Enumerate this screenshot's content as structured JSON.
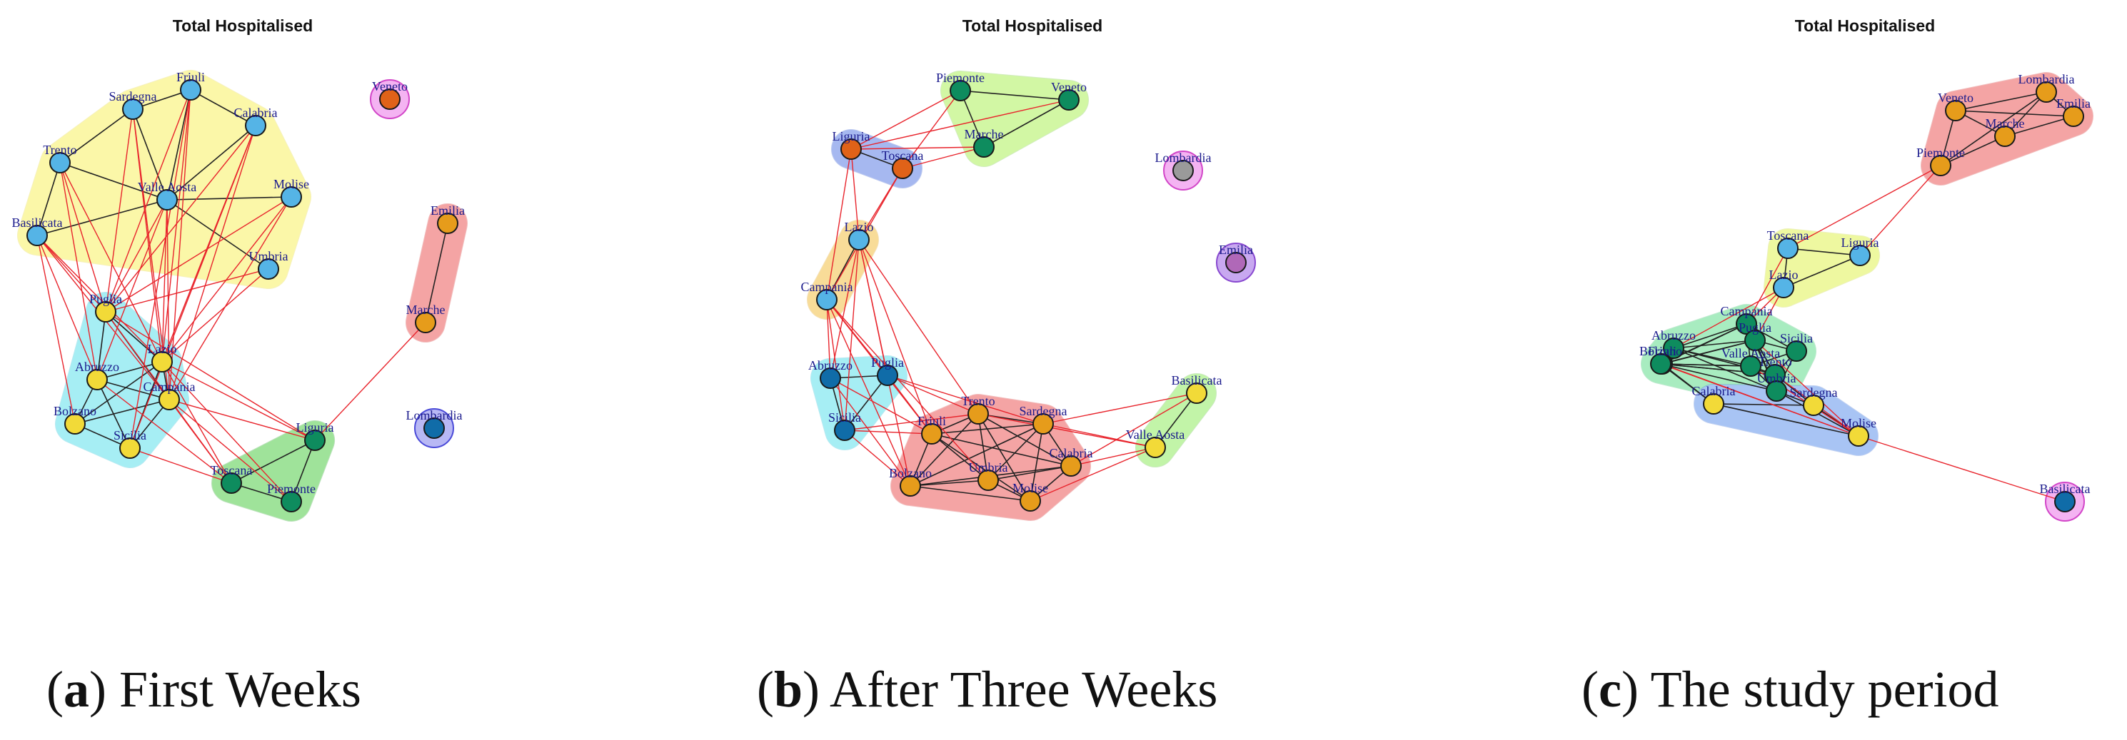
{
  "panels": [
    {
      "title": "Total Hospitalised",
      "caption": {
        "letter": "a",
        "text": " First Weeks"
      },
      "nodes": {
        "Friuli": {
          "g": "y"
        },
        "Sardegna": {
          "g": "y"
        },
        "Calabria": {
          "g": "y"
        },
        "Trento": {
          "g": "y"
        },
        "Valle Aosta": {
          "g": "y"
        },
        "Molise": {
          "g": "y"
        },
        "Basilicata": {
          "g": "y"
        },
        "Umbria": {
          "g": "y"
        },
        "Veneto": {
          "g": "v"
        },
        "Emilia": {
          "g": "e"
        },
        "Marche": {
          "g": "e"
        },
        "Lombardia": {
          "g": "l"
        },
        "Puglia": {
          "g": "c"
        },
        "Lazio": {
          "g": "c"
        },
        "Abruzzo": {
          "g": "c"
        },
        "Campania": {
          "g": "c"
        },
        "Bolzano": {
          "g": "c"
        },
        "Sicilia": {
          "g": "c"
        },
        "Liguria": {
          "g": "g"
        },
        "Toscana": {
          "g": "g"
        },
        "Piemonte": {
          "g": "g"
        }
      },
      "groups": {
        "y": {
          "fill": "#fbf7a8",
          "stroke": "#e6d640",
          "node": "#55b4e6"
        },
        "v": {
          "fill": "#f4b3f2",
          "stroke": "#d246c8",
          "node": "#e06218"
        },
        "e": {
          "fill": "#f4a4a4",
          "stroke": "#d84040",
          "node": "#e69c1b"
        },
        "l": {
          "fill": "#b8b8f4",
          "stroke": "#4a4ad8",
          "node": "#106ca8"
        },
        "c": {
          "fill": "#a6eef4",
          "stroke": "#30c0d8",
          "node": "#f2da38"
        },
        "g": {
          "fill": "#9fe39a",
          "stroke": "#3aaa38",
          "node": "#0e8c5e"
        }
      },
      "edges": [
        [
          "Friuli",
          "Sardegna"
        ],
        [
          "Friuli",
          "Valle Aosta"
        ],
        [
          "Sardegna",
          "Valle Aosta"
        ],
        [
          "Calabria",
          "Valle Aosta"
        ],
        [
          "Trento",
          "Valle Aosta"
        ],
        [
          "Molise",
          "Valle Aosta"
        ],
        [
          "Basilicata",
          "Valle Aosta"
        ],
        [
          "Umbria",
          "Valle Aosta"
        ],
        [
          "Trento",
          "Basilicata"
        ],
        [
          "Sardegna",
          "Trento"
        ],
        [
          "Friuli",
          "Calabria"
        ],
        [
          "Puglia",
          "Lazio"
        ],
        [
          "Puglia",
          "Abruzzo"
        ],
        [
          "Puglia",
          "Campania"
        ],
        [
          "Lazio",
          "Abruzzo"
        ],
        [
          "Lazio",
          "Campania"
        ],
        [
          "Abruzzo",
          "Campania"
        ],
        [
          "Abruzzo",
          "Bolzano"
        ],
        [
          "Abruzzo",
          "Sicilia"
        ],
        [
          "Campania",
          "Sicilia"
        ],
        [
          "Campania",
          "Bolzano"
        ],
        [
          "Bolzano",
          "Sicilia"
        ],
        [
          "Lazio",
          "Sicilia"
        ],
        [
          "Lazio",
          "Bolzano"
        ],
        [
          "Liguria",
          "Toscana"
        ],
        [
          "Liguria",
          "Piemonte"
        ],
        [
          "Toscana",
          "Piemonte"
        ],
        [
          "Emilia",
          "Marche"
        ],
        [
          "Puglia",
          "Friuli",
          "r"
        ],
        [
          "Puglia",
          "Sardegna",
          "r"
        ],
        [
          "Puglia",
          "Calabria",
          "r"
        ],
        [
          "Puglia",
          "Trento",
          "r"
        ],
        [
          "Puglia",
          "Valle Aosta",
          "r"
        ],
        [
          "Puglia",
          "Molise",
          "r"
        ],
        [
          "Puglia",
          "Basilicata",
          "r"
        ],
        [
          "Puglia",
          "Umbria",
          "r"
        ],
        [
          "Lazio",
          "Friuli",
          "r"
        ],
        [
          "Lazio",
          "Sardegna",
          "r"
        ],
        [
          "Lazio",
          "Calabria",
          "r"
        ],
        [
          "Lazio",
          "Trento",
          "r"
        ],
        [
          "Lazio",
          "Valle Aosta",
          "r"
        ],
        [
          "Lazio",
          "Molise",
          "r"
        ],
        [
          "Lazio",
          "Basilicata",
          "r"
        ],
        [
          "Lazio",
          "Umbria",
          "r"
        ],
        [
          "Campania",
          "Friuli",
          "r"
        ],
        [
          "Campania",
          "Sardegna",
          "r"
        ],
        [
          "Campania",
          "Calabria",
          "r"
        ],
        [
          "Campania",
          "Valle Aosta",
          "r"
        ],
        [
          "Campania",
          "Basilicata",
          "r"
        ],
        [
          "Campania",
          "Molise",
          "r"
        ],
        [
          "Abruzzo",
          "Trento",
          "r"
        ],
        [
          "Abruzzo",
          "Basilicata",
          "r"
        ],
        [
          "Abruzzo",
          "Valle Aosta",
          "r"
        ],
        [
          "Bolzano",
          "Basilicata",
          "r"
        ],
        [
          "Sicilia",
          "Friuli",
          "r"
        ],
        [
          "Sicilia",
          "Calabria",
          "r"
        ],
        [
          "Lazio",
          "Liguria",
          "r"
        ],
        [
          "Lazio",
          "Toscana",
          "r"
        ],
        [
          "Lazio",
          "Piemonte",
          "r"
        ],
        [
          "Campania",
          "Liguria",
          "r"
        ],
        [
          "Campania",
          "Toscana",
          "r"
        ],
        [
          "Campania",
          "Piemonte",
          "r"
        ],
        [
          "Puglia",
          "Liguria",
          "r"
        ],
        [
          "Puglia",
          "Toscana",
          "r"
        ],
        [
          "Abruzzo",
          "Toscana",
          "r"
        ],
        [
          "Sicilia",
          "Toscana",
          "r"
        ],
        [
          "Marche",
          "Liguria",
          "r"
        ]
      ]
    },
    {
      "title": "Total Hospitalised",
      "caption": {
        "letter": "b",
        "text": " After Three Weeks"
      },
      "nodes": {
        "Piemonte": {
          "g": "gn"
        },
        "Veneto": {
          "g": "gn"
        },
        "Marche": {
          "g": "gn"
        },
        "Liguria": {
          "g": "bl"
        },
        "Toscana": {
          "g": "bl"
        },
        "Lombardia": {
          "g": "pk"
        },
        "Emilia": {
          "g": "pu"
        },
        "Lazio": {
          "g": "or"
        },
        "Campania": {
          "g": "or"
        },
        "Abruzzo": {
          "g": "cy"
        },
        "Puglia": {
          "g": "cy"
        },
        "Sicilia": {
          "g": "cy"
        },
        "Trento": {
          "g": "rd"
        },
        "Sardegna": {
          "g": "rd"
        },
        "Friuli": {
          "g": "rd"
        },
        "Calabria": {
          "g": "rd"
        },
        "Bolzano": {
          "g": "rd"
        },
        "Umbria": {
          "g": "rd"
        },
        "Molise": {
          "g": "rd"
        },
        "Basilicata": {
          "g": "lg"
        },
        "Valle Aosta": {
          "g": "lg"
        }
      },
      "groups": {
        "gn": {
          "fill": "#d2f7a4",
          "stroke": "#78c840",
          "node": "#0e8c5e"
        },
        "bl": {
          "fill": "#a6b8f0",
          "stroke": "#4064d0",
          "node": "#e06218"
        },
        "pk": {
          "fill": "#f4b3f2",
          "stroke": "#d246c8",
          "node": "#9a9a9a"
        },
        "pu": {
          "fill": "#c8a8f0",
          "stroke": "#8848d0",
          "node": "#b068b8"
        },
        "or": {
          "fill": "#f8dc98",
          "stroke": "#e0a830",
          "node": "#55b4e6"
        },
        "cy": {
          "fill": "#a6eef4",
          "stroke": "#30c0d8",
          "node": "#106ca8"
        },
        "rd": {
          "fill": "#f4a4a4",
          "stroke": "#d84040",
          "node": "#e69c1b"
        },
        "lg": {
          "fill": "#c2f4a8",
          "stroke": "#60c040",
          "node": "#f2da38"
        }
      },
      "edges": [
        [
          "Piemonte",
          "Veneto"
        ],
        [
          "Piemonte",
          "Marche"
        ],
        [
          "Veneto",
          "Marche"
        ],
        [
          "Liguria",
          "Toscana"
        ],
        [
          "Lazio",
          "Campania"
        ],
        [
          "Abruzzo",
          "Puglia"
        ],
        [
          "Abruzzo",
          "Sicilia"
        ],
        [
          "Puglia",
          "Sicilia"
        ],
        [
          "Basilicata",
          "Valle Aosta"
        ],
        [
          "Trento",
          "Sardegna"
        ],
        [
          "Trento",
          "Friuli"
        ],
        [
          "Trento",
          "Calabria"
        ],
        [
          "Trento",
          "Bolzano"
        ],
        [
          "Trento",
          "Umbria"
        ],
        [
          "Trento",
          "Molise"
        ],
        [
          "Sardegna",
          "Friuli"
        ],
        [
          "Sardegna",
          "Calabria"
        ],
        [
          "Sardegna",
          "Bolzano"
        ],
        [
          "Sardegna",
          "Umbria"
        ],
        [
          "Sardegna",
          "Molise"
        ],
        [
          "Friuli",
          "Calabria"
        ],
        [
          "Friuli",
          "Bolzano"
        ],
        [
          "Friuli",
          "Umbria"
        ],
        [
          "Friuli",
          "Molise"
        ],
        [
          "Calabria",
          "Bolzano"
        ],
        [
          "Calabria",
          "Umbria"
        ],
        [
          "Calabria",
          "Molise"
        ],
        [
          "Bolzano",
          "Umbria"
        ],
        [
          "Bolzano",
          "Molise"
        ],
        [
          "Umbria",
          "Molise"
        ],
        [
          "Liguria",
          "Piemonte",
          "r"
        ],
        [
          "Liguria",
          "Marche",
          "r"
        ],
        [
          "Toscana",
          "Piemonte",
          "r"
        ],
        [
          "Toscana",
          "Marche",
          "r"
        ],
        [
          "Liguria",
          "Veneto",
          "r"
        ],
        [
          "Lazio",
          "Liguria",
          "r"
        ],
        [
          "Lazio",
          "Toscana",
          "r"
        ],
        [
          "Campania",
          "Liguria",
          "r"
        ],
        [
          "Campania",
          "Toscana",
          "r"
        ],
        [
          "Lazio",
          "Abruzzo",
          "r"
        ],
        [
          "Lazio",
          "Puglia",
          "r"
        ],
        [
          "Lazio",
          "Sicilia",
          "r"
        ],
        [
          "Campania",
          "Abruzzo",
          "r"
        ],
        [
          "Campania",
          "Puglia",
          "r"
        ],
        [
          "Campania",
          "Sicilia",
          "r"
        ],
        [
          "Lazio",
          "Friuli",
          "r"
        ],
        [
          "Lazio",
          "Trento",
          "r"
        ],
        [
          "Lazio",
          "Bolzano",
          "r"
        ],
        [
          "Campania",
          "Friuli",
          "r"
        ],
        [
          "Campania",
          "Bolzano",
          "r"
        ],
        [
          "Campania",
          "Umbria",
          "r"
        ],
        [
          "Puglia",
          "Trento",
          "r"
        ],
        [
          "Puglia",
          "Friuli",
          "r"
        ],
        [
          "Puglia",
          "Sardegna",
          "r"
        ],
        [
          "Abruzzo",
          "Friuli",
          "r"
        ],
        [
          "Abruzzo",
          "Bolzano",
          "r"
        ],
        [
          "Sicilia",
          "Friuli",
          "r"
        ],
        [
          "Sicilia",
          "Bolzano",
          "r"
        ],
        [
          "Sicilia",
          "Trento",
          "r"
        ],
        [
          "Sardegna",
          "Basilicata",
          "r"
        ],
        [
          "Calabria",
          "Basilicata",
          "r"
        ],
        [
          "Calabria",
          "Valle Aosta",
          "r"
        ],
        [
          "Molise",
          "Valle Aosta",
          "r"
        ],
        [
          "Sardegna",
          "Valle Aosta",
          "r"
        ],
        [
          "Trento",
          "Valle Aosta",
          "r"
        ]
      ]
    },
    {
      "title": "Total Hospitalised",
      "caption": {
        "letter": "c",
        "text": " The study period"
      },
      "nodes": {
        "Lombardia": {
          "g": "rd"
        },
        "Veneto": {
          "g": "rd"
        },
        "Emilia": {
          "g": "rd"
        },
        "Marche": {
          "g": "rd"
        },
        "Piemonte": {
          "g": "rd"
        },
        "Toscana": {
          "g": "yl"
        },
        "Liguria": {
          "g": "yl"
        },
        "Lazio": {
          "g": "yl"
        },
        "Campania": {
          "g": "gr"
        },
        "Abruzzo": {
          "g": "gr"
        },
        "Puglia": {
          "g": "gr"
        },
        "Sicilia": {
          "g": "gr"
        },
        "Friuli": {
          "g": "gr"
        },
        "Valle Aosta": {
          "g": "gr"
        },
        "Bolzano": {
          "g": "gr"
        },
        "Trento": {
          "g": "gr"
        },
        "Umbria": {
          "g": "gr"
        },
        "Calabria": {
          "g": "bl"
        },
        "Sardegna": {
          "g": "bl"
        },
        "Molise": {
          "g": "bl"
        },
        "Basilicata": {
          "g": "pk"
        }
      },
      "groups": {
        "rd": {
          "fill": "#f4a4a4",
          "stroke": "#d84040",
          "node": "#e69c1b"
        },
        "yl": {
          "fill": "#eef8a0",
          "stroke": "#c8d840",
          "node": "#55b4e6"
        },
        "gr": {
          "fill": "#a8ecc0",
          "stroke": "#40c070",
          "node": "#0e8c5e"
        },
        "bl": {
          "fill": "#a8c4f4",
          "stroke": "#4878d8",
          "node": "#f2da38"
        },
        "pk": {
          "fill": "#f4b3f2",
          "stroke": "#d246c8",
          "node": "#106ca8"
        }
      },
      "edges": [
        [
          "Veneto",
          "Lombardia"
        ],
        [
          "Veneto",
          "Emilia"
        ],
        [
          "Veneto",
          "Marche"
        ],
        [
          "Veneto",
          "Piemonte"
        ],
        [
          "Lombardia",
          "Emilia"
        ],
        [
          "Lombardia",
          "Marche"
        ],
        [
          "Emilia",
          "Marche"
        ],
        [
          "Piemonte",
          "Marche"
        ],
        [
          "Piemonte",
          "Lombardia"
        ],
        [
          "Toscana",
          "Liguria"
        ],
        [
          "Toscana",
          "Lazio"
        ],
        [
          "Liguria",
          "Lazio"
        ],
        [
          "Campania",
          "Puglia"
        ],
        [
          "Campania",
          "Abruzzo"
        ],
        [
          "Campania",
          "Sicilia"
        ],
        [
          "Campania",
          "Friuli"
        ],
        [
          "Campania",
          "Valle Aosta"
        ],
        [
          "Campania",
          "Bolzano"
        ],
        [
          "Campania",
          "Trento"
        ],
        [
          "Campania",
          "Umbria"
        ],
        [
          "Abruzzo",
          "Puglia"
        ],
        [
          "Abruzzo",
          "Friuli"
        ],
        [
          "Abruzzo",
          "Valle Aosta"
        ],
        [
          "Abruzzo",
          "Bolzano"
        ],
        [
          "Abruzzo",
          "Trento"
        ],
        [
          "Abruzzo",
          "Umbria"
        ],
        [
          "Puglia",
          "Sicilia"
        ],
        [
          "Puglia",
          "Friuli"
        ],
        [
          "Puglia",
          "Valle Aosta"
        ],
        [
          "Puglia",
          "Bolzano"
        ],
        [
          "Puglia",
          "Trento"
        ],
        [
          "Puglia",
          "Umbria"
        ],
        [
          "Sicilia",
          "Valle Aosta"
        ],
        [
          "Sicilia",
          "Trento"
        ],
        [
          "Sicilia",
          "Umbria"
        ],
        [
          "Friuli",
          "Valle Aosta"
        ],
        [
          "Friuli",
          "Bolzano"
        ],
        [
          "Friuli",
          "Trento"
        ],
        [
          "Valle Aosta",
          "Bolzano"
        ],
        [
          "Valle Aosta",
          "Trento"
        ],
        [
          "Valle Aosta",
          "Umbria"
        ],
        [
          "Bolzano",
          "Trento"
        ],
        [
          "Bolzano",
          "Umbria"
        ],
        [
          "Trento",
          "Umbria"
        ],
        [
          "Calabria",
          "Sardegna"
        ],
        [
          "Calabria",
          "Molise"
        ],
        [
          "Sardegna",
          "Molise"
        ],
        [
          "Friuli",
          "Calabria"
        ],
        [
          "Bolzano",
          "Calabria"
        ],
        [
          "Umbria",
          "Sardegna"
        ],
        [
          "Trento",
          "Sardegna"
        ],
        [
          "Umbria",
          "Molise"
        ],
        [
          "Toscana",
          "Piemonte",
          "r"
        ],
        [
          "Liguria",
          "Piemonte",
          "r"
        ],
        [
          "Lazio",
          "Campania",
          "r"
        ],
        [
          "Lazio",
          "Abruzzo",
          "r"
        ],
        [
          "Lazio",
          "Puglia",
          "r"
        ],
        [
          "Toscana",
          "Campania",
          "r"
        ],
        [
          "Molise",
          "Basilicata",
          "r"
        ],
        [
          "Friuli",
          "Molise",
          "r"
        ],
        [
          "Bolzano",
          "Molise",
          "r"
        ],
        [
          "Valle Aosta",
          "Molise",
          "r"
        ],
        [
          "Trento",
          "Molise",
          "r"
        ],
        [
          "Puglia",
          "Molise",
          "r"
        ]
      ]
    }
  ]
}
